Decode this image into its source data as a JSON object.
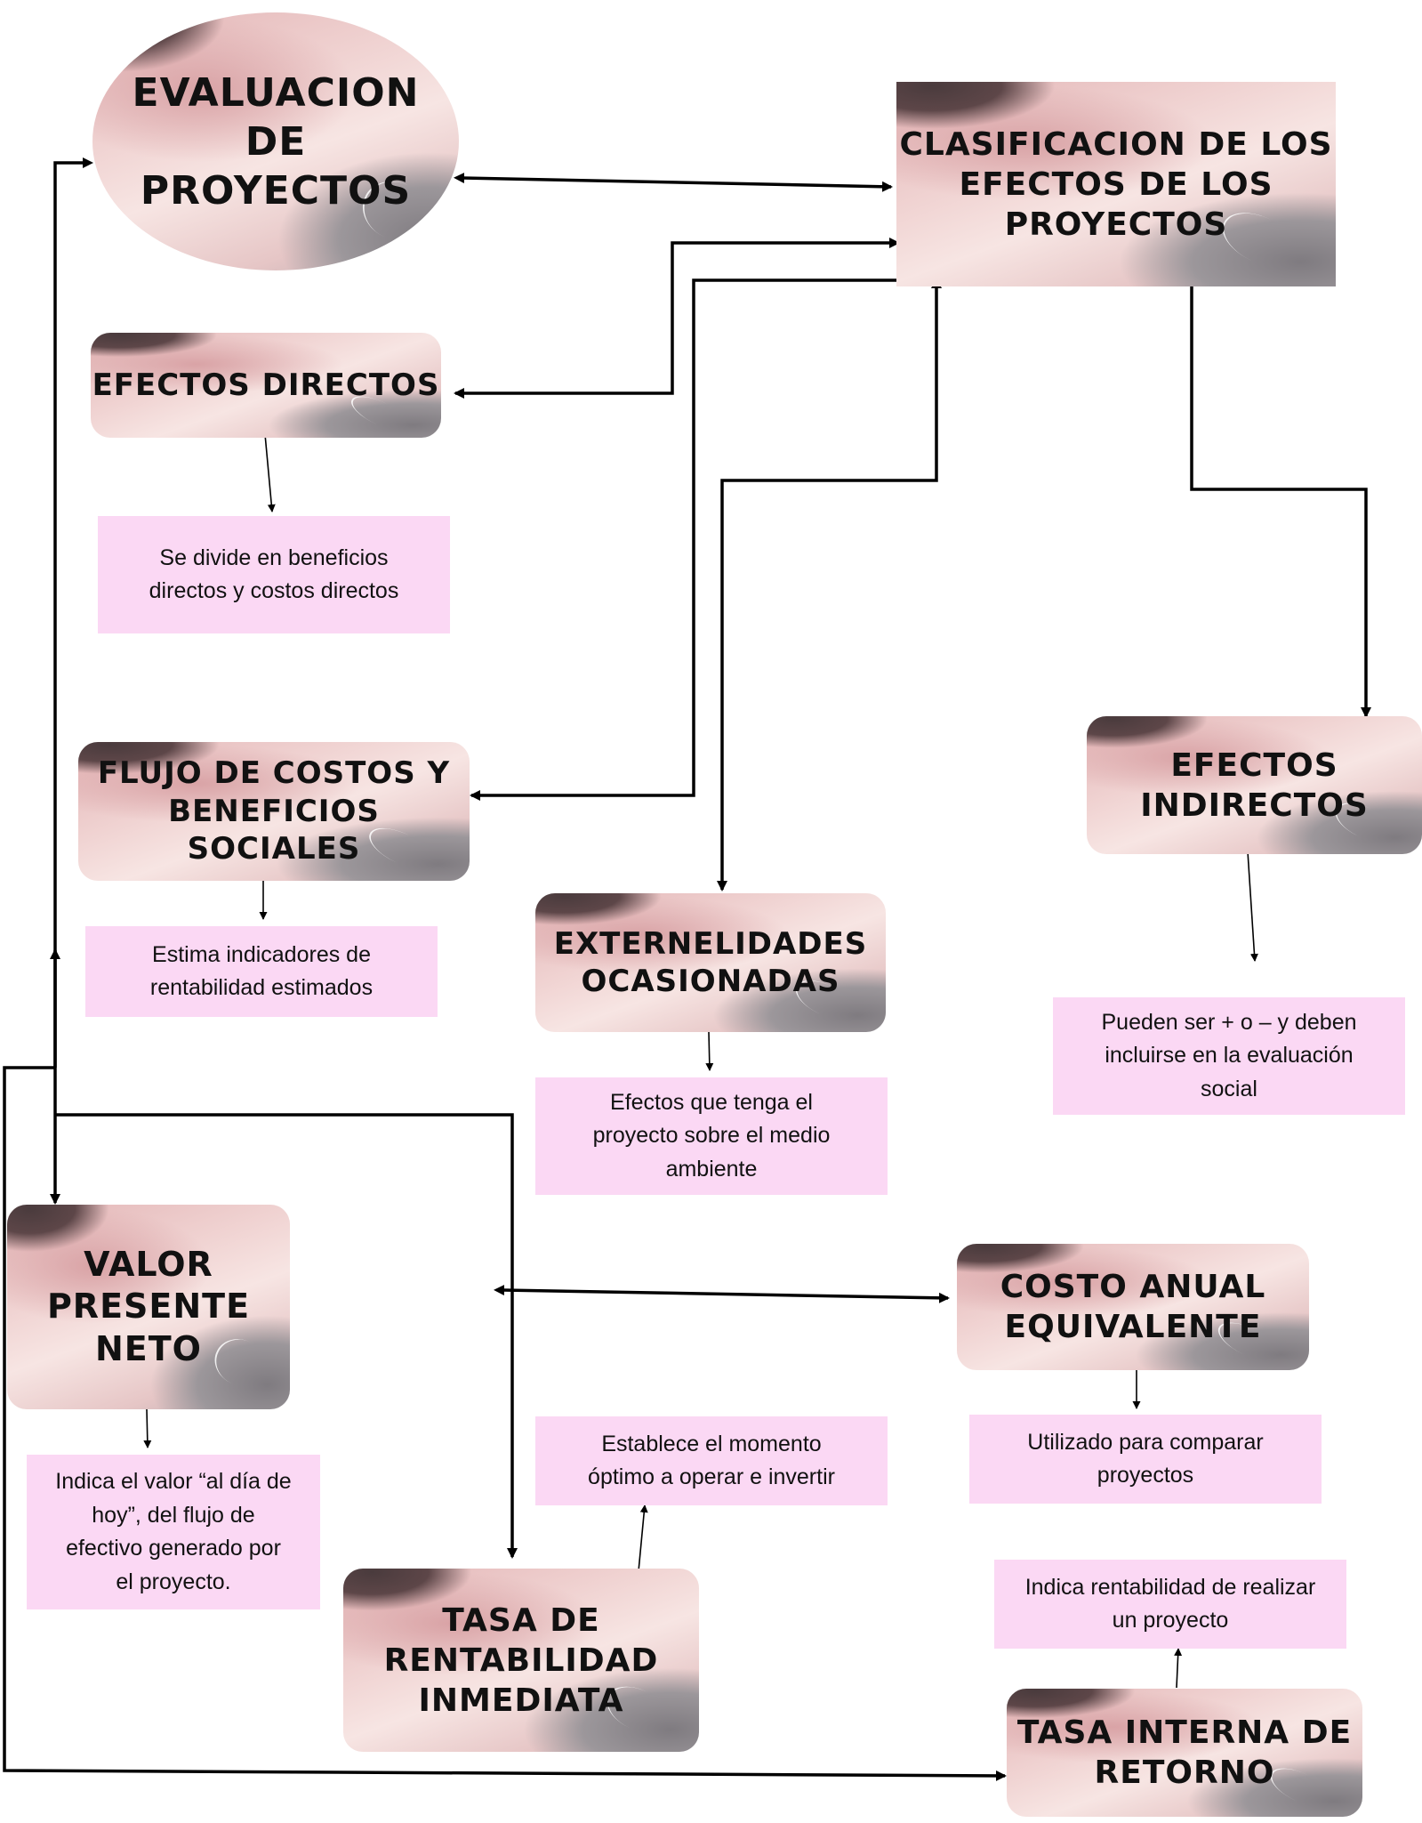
{
  "nodes": {
    "evaluacion": "EVALUACION\nDE\nPROYECTOS",
    "clasificacion": "CLASIFICACION DE LOS\nEFECTOS DE LOS\nPROYECTOS",
    "efectos_directos": "EFECTOS DIRECTOS",
    "flujo": "FLUJO DE COSTOS Y\nBENEFICIOS SOCIALES",
    "externalidades": "EXTERNELIDADES\nOCASIONADAS",
    "efectos_indirectos": "EFECTOS\nINDIRECTOS",
    "vpn": "VALOR\nPRESENTE\nNETO",
    "costo_anual": "COSTO ANUAL\nEQUIVALENTE",
    "tri": "TASA DE\nRENTABILIDAD\nINMEDIATA",
    "tir": "TASA INTERNA DE\nRETORNO"
  },
  "notes": {
    "efectos_directos": "Se divide en beneficios\ndirectos y costos directos",
    "flujo": "Estima indicadores de\nrentabilidad estimados",
    "externalidades": "Efectos que tenga el\nproyecto sobre el medio\nambiente",
    "efectos_indirectos": "Pueden ser + o – y deben\nincluirse en la evaluación\nsocial",
    "vpn": "Indica el valor “al día de\nhoy”, del flujo de\nefectivo generado por\nel proyecto.",
    "tri": "Establece el momento\nóptimo a operar e invertir",
    "costo_anual": "Utilizado para comparar\nproyectos",
    "tir": "Indica rentabilidad de realizar\nun proyecto"
  }
}
